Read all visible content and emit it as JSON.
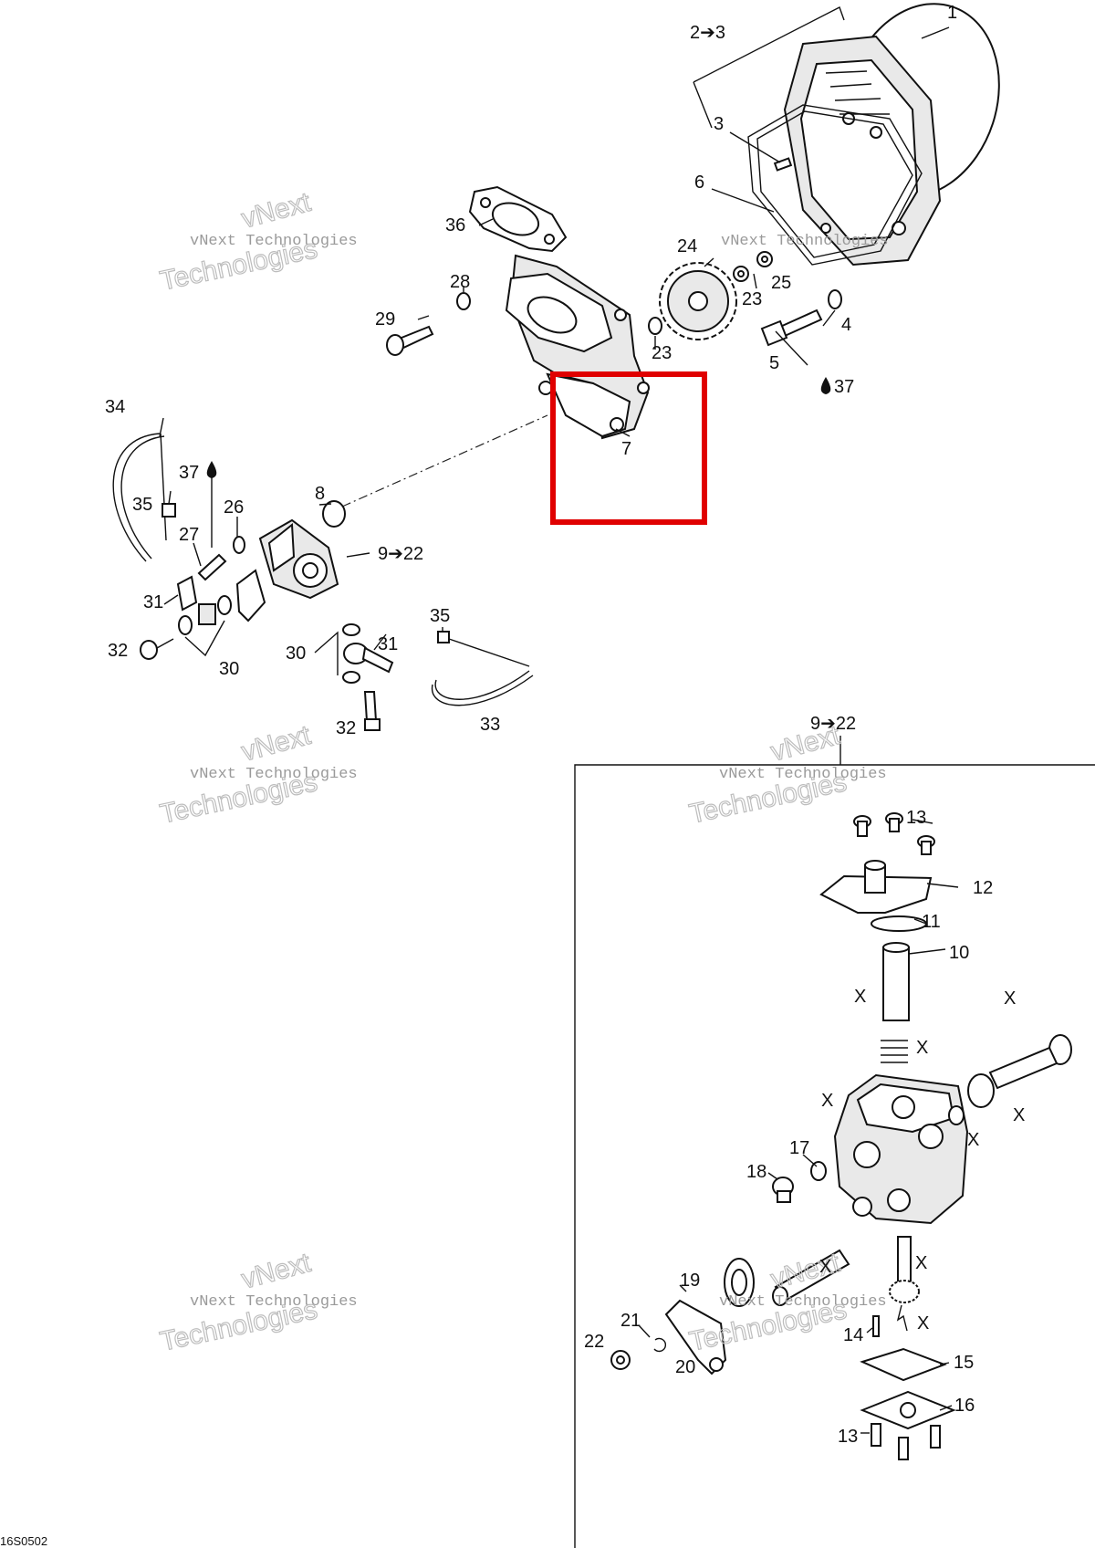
{
  "labels": {
    "l1": "1",
    "l2to3": "2➔3",
    "l3": "3",
    "l6": "6",
    "l36": "36",
    "l24": "24",
    "l28": "28",
    "l29": "29",
    "l23a": "23",
    "l25": "25",
    "l23b": "23",
    "l4": "4",
    "l5": "5",
    "l37a": "37",
    "l7": "7",
    "l34": "34",
    "l37b": "37",
    "l8": "8",
    "l35a": "35",
    "l26": "26",
    "l27": "27",
    "l9to22a": "9➔22",
    "l31a": "31",
    "l32a": "32",
    "l30a": "30",
    "l30b": "30",
    "l31b": "31",
    "l35b": "35",
    "l32b": "32",
    "l33": "33",
    "l9to22b": "9➔22",
    "l13a": "13",
    "l12": "12",
    "l11": "11",
    "l10": "10",
    "x1": "X",
    "x2": "X",
    "x3": "X",
    "x4": "X",
    "x5": "X",
    "l17": "17",
    "l18": "18",
    "x6": "X",
    "x7": "X",
    "x8": "X",
    "l19": "19",
    "l21": "21",
    "l22": "22",
    "l20": "20",
    "l14": "14",
    "l15": "15",
    "l16": "16",
    "l13b": "13",
    "x9": "X"
  },
  "watermark": {
    "line1": "vNext Technologies",
    "line2": "vNext",
    "line3": "Technologies"
  },
  "figure_code": "16S0502",
  "colors": {
    "highlight": "#e00000",
    "ink": "#111111",
    "watermark": "#b0b0b0"
  }
}
